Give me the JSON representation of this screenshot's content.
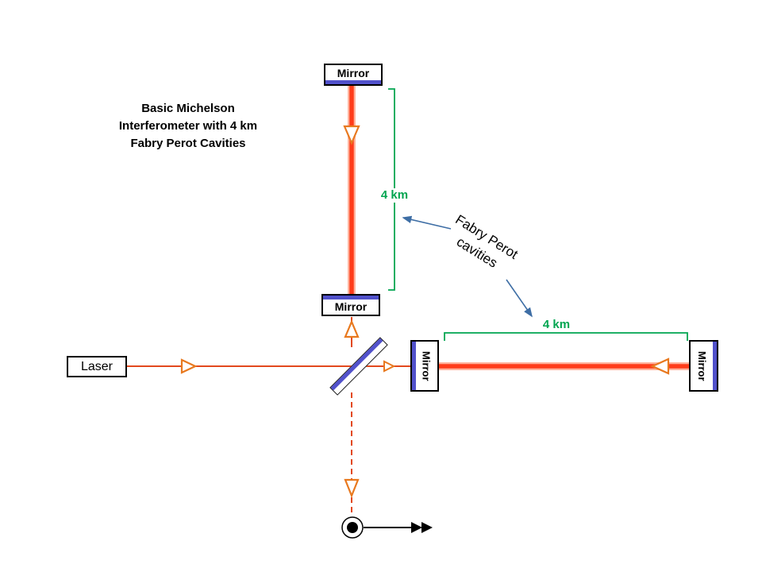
{
  "diagram": {
    "title_lines": [
      "Basic Michelson",
      "Interferometer with 4 km",
      "Fabry Perot Cavities"
    ],
    "laser_label": "Laser",
    "mirrors": {
      "top": "Mirror",
      "vertical_inner": "Mirror",
      "horizontal_inner": "Mirror",
      "horizontal_far": "Mirror"
    },
    "arm_lengths": {
      "vertical": "4 km",
      "horizontal": "4 km"
    },
    "annotation": {
      "line1": "Fabry Perot",
      "line2": "cavities"
    }
  },
  "colors": {
    "beam_core": "#FF3C1A",
    "beam_glow": "#FF9C7E",
    "beam_thin": "#E2491E",
    "open_arrow_outline": "#E8791F",
    "mirror_coating": "#5151CB",
    "bracket_green": "#00A550",
    "pointer_blue": "#3E6EA5",
    "ink": "#000000",
    "background": "#FFFFFF"
  }
}
